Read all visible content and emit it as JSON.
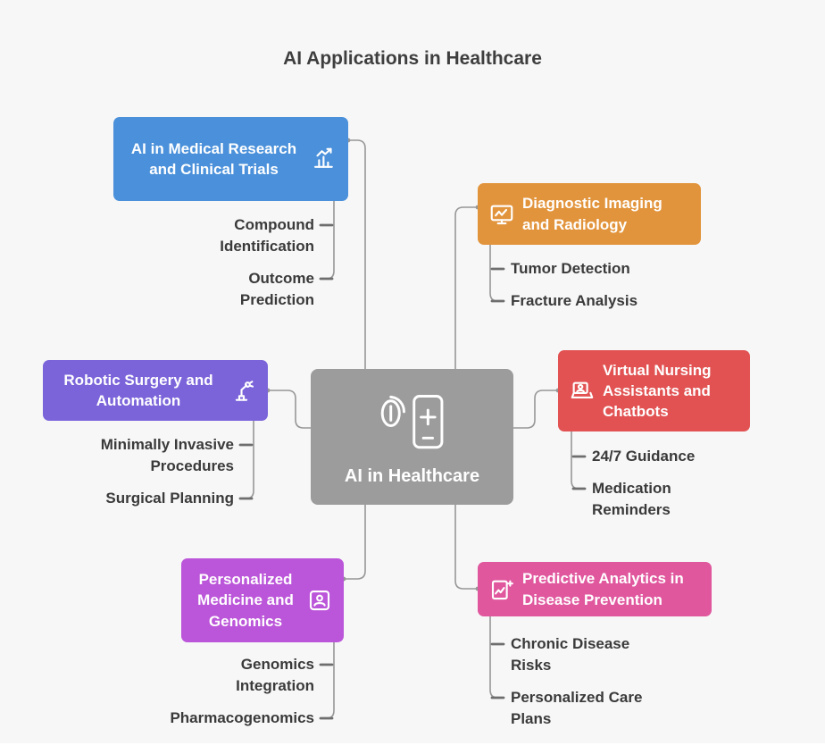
{
  "title": "AI Applications in Healthcare",
  "center": {
    "label": "AI in Healthcare",
    "color": "#9c9c9c",
    "icon": "phone-health-icon"
  },
  "branches": {
    "research": {
      "label": "AI in Medical Research and Clinical Trials",
      "color": "#4a90da",
      "icon": "research-chart-icon",
      "children": [
        "Compound Identification",
        "Outcome Prediction"
      ]
    },
    "imaging": {
      "label": "Diagnostic Imaging and Radiology",
      "color": "#e2943c",
      "icon": "monitor-scan-icon",
      "children": [
        "Tumor Detection",
        "Fracture Analysis"
      ]
    },
    "robotic": {
      "label": "Robotic Surgery and Automation",
      "color": "#7b64da",
      "icon": "robot-arm-icon",
      "children": [
        "Minimally Invasive Procedures",
        "Surgical Planning"
      ]
    },
    "nursing": {
      "label": "Virtual Nursing Assistants and Chatbots",
      "color": "#e25252",
      "icon": "chat-laptop-icon",
      "children": [
        "24/7 Guidance",
        "Medication Reminders"
      ]
    },
    "genomics": {
      "label": "Personalized Medicine and Genomics",
      "color": "#bb55d9",
      "icon": "person-badge-icon",
      "children": [
        "Genomics Integration",
        "Pharmacogenomics"
      ]
    },
    "analytics": {
      "label": "Predictive Analytics in Disease Prevention",
      "color": "#e0579e",
      "icon": "chart-plus-icon",
      "children": [
        "Chronic Disease Risks",
        "Personalized Care Plans"
      ]
    }
  },
  "palette": {
    "background": "#f7f7f8",
    "connector": "#979797",
    "child_text": "#3a3a3a",
    "title_text": "#3e3e3e"
  }
}
